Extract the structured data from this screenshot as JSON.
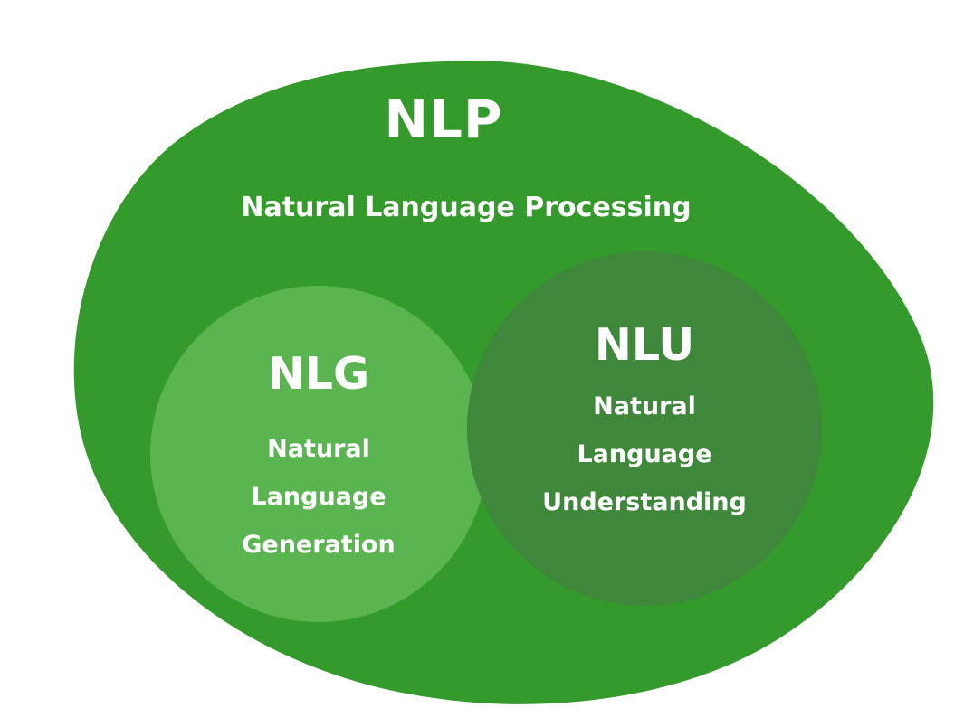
{
  "diagram": {
    "type": "venn",
    "colors": {
      "outer": "#339a2b",
      "nlg": "#5ab450",
      "nlu": "#3f873a",
      "text": "#ffffff",
      "background": "#ffffff"
    },
    "outer": {
      "title": "NLP",
      "subtitle": "Natural Language Processing"
    },
    "nlg": {
      "title": "NLG",
      "lines": [
        "Natural",
        "Language",
        "Generation"
      ]
    },
    "nlu": {
      "title": "NLU",
      "lines": [
        "Natural",
        "Language",
        "Understanding"
      ]
    }
  }
}
